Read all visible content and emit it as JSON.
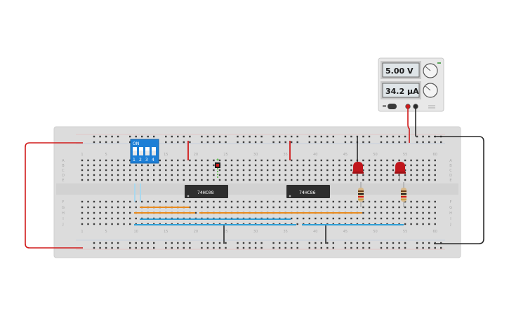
{
  "power_supply": {
    "voltage_display": "5.00 V",
    "current_display": "34.2 µA",
    "voltage_knob_icon": "knob-icon",
    "current_knob_icon": "knob-icon"
  },
  "dip_switch": {
    "on_label": "ON",
    "switch_numbers": [
      "1",
      "2",
      "3",
      "4"
    ]
  },
  "chips": [
    {
      "label": "74HC08"
    },
    {
      "label": "74HC86"
    }
  ],
  "breadboard": {
    "row_letters_top": [
      "A",
      "B",
      "C",
      "D",
      "E"
    ],
    "row_letters_bottom": [
      "F",
      "G",
      "H",
      "I",
      "J"
    ],
    "column_numbers": [
      "1",
      "5",
      "10",
      "15",
      "20",
      "25",
      "30",
      "35",
      "40",
      "45",
      "50",
      "55",
      "60"
    ]
  },
  "colors": {
    "board": "#dcdcdc",
    "red_wire": "#d11a1a",
    "black_wire": "#2b2b2b",
    "orange_wire": "#e98b1e",
    "blue_wire": "#2f9fd6",
    "light_blue_wire": "#a9d8ee",
    "led_red": "#c0161c",
    "dip_blue": "#1d7fd6",
    "chip_body": "#2e2e2e"
  }
}
